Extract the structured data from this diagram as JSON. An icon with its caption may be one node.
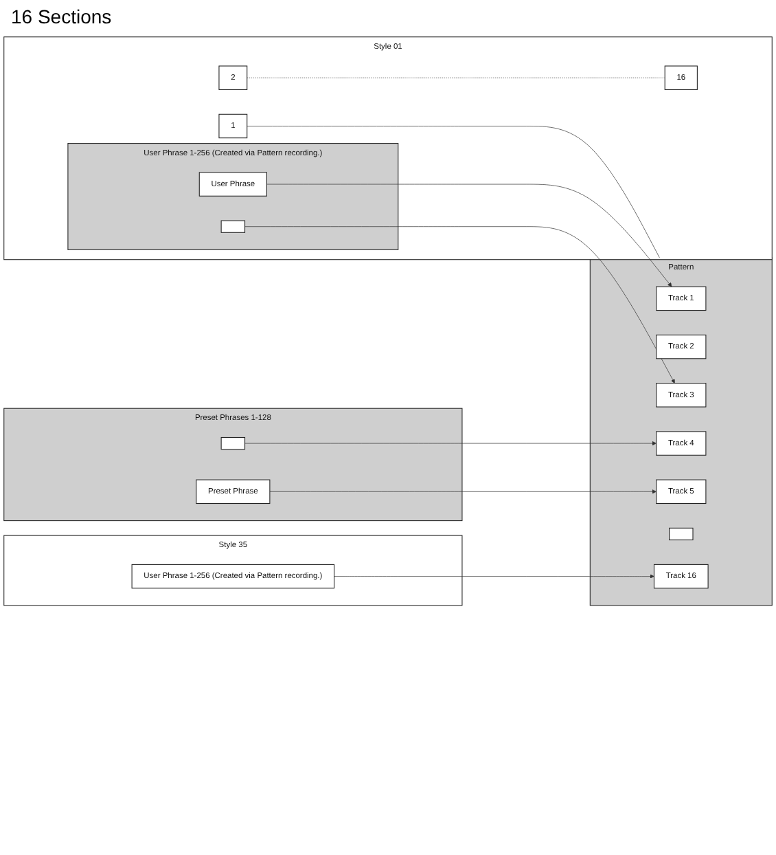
{
  "diagram": {
    "nodes": [
      {
        "text": [
          "Style 35"
        ]
      },
      {
        "text": [
          "User Phrase 1-256 (Created via Pattern recording.)"
        ],
        "in": 0
      },
      {
        "text": [
          "Style 01"
        ]
      },
      {
        "text": [
          "1"
        ],
        "in": 2
      },
      {
        "text": [
          "2"
        ],
        "in": 2
      },
      {
        "text": [
          "16"
        ],
        "in": 2
      },
      {
        "text": [
          "User Phrase 1-256 (Created via Pattern recording.)"
        ],
        "in": 2
      },
      {
        "text": [],
        "shape": "box",
        "in": 6
      },
      {
        "text": [
          "User Phrase"
        ],
        "in": 6
      },
      {
        "text": [
          "Pattern"
        ]
      },
      {
        "text": [
          "Track 1"
        ],
        "in": 9
      },
      {
        "text": [
          "Track 2"
        ],
        "in": 9
      },
      {
        "text": [
          "Track 3"
        ],
        "in": 9
      },
      {
        "text": [
          "Track 4"
        ],
        "in": 9
      },
      {
        "text": [
          "Track 5"
        ],
        "in": 9
      },
      {
        "text": [],
        "shape": "box",
        "in": 9
      },
      {
        "text": [
          "Track 16"
        ],
        "in": 9
      },
      {
        "text": [
          "Preset Phrases 1-128"
        ]
      },
      {
        "text": [],
        "shape": "box",
        "in": 17
      },
      {
        "text": [
          "Preset Phrase"
        ],
        "in": 17
      }
    ],
    "edges": [
      {
        "from": 3,
        "to": 9,
        "arrow": "none"
      },
      {
        "from": 4,
        "to": 5,
        "arrow": "none",
        "style": "dashed"
      },
      {
        "from": 8,
        "to": 10,
        "arrow": "to"
      },
      {
        "from": 7,
        "to": 12,
        "arrow": "to"
      },
      {
        "from": 18,
        "to": 13,
        "arrow": "to"
      },
      {
        "from": 19,
        "to": 14,
        "arrow": "to"
      },
      {
        "from": 1,
        "to": 16,
        "arrow": "to"
      }
    ],
    "labels": [
      "16 Sections"
    ]
  }
}
